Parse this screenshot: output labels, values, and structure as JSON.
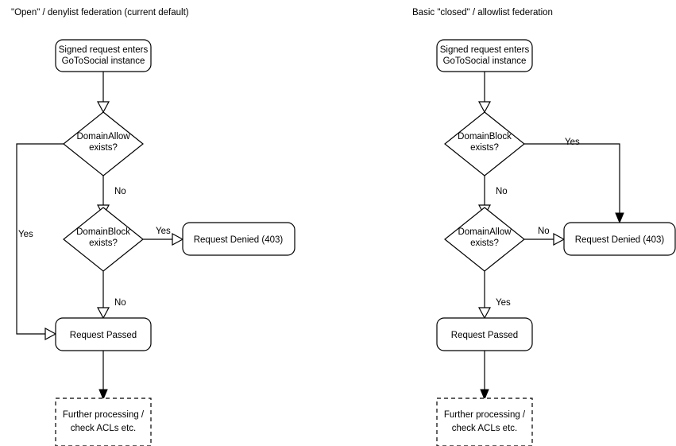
{
  "diagram": {
    "type": "flowchart",
    "columns": [
      {
        "id": "open-federation",
        "title": "\"Open\" / denylist federation (current default)",
        "nodes": [
          {
            "id": "entry",
            "shape": "rounded-rect",
            "line1": "Signed request enters",
            "line2": "GoToSocial instance"
          },
          {
            "id": "decision-1",
            "shape": "diamond",
            "line1": "DomainAllow",
            "line2": "exists?"
          },
          {
            "id": "decision-2",
            "shape": "diamond",
            "line1": "DomainBlock",
            "line2": "exists?"
          },
          {
            "id": "denied",
            "shape": "rounded-rect",
            "line1": "Request Denied (403)",
            "line2": ""
          },
          {
            "id": "passed",
            "shape": "rounded-rect",
            "line1": "Request Passed",
            "line2": ""
          },
          {
            "id": "further",
            "shape": "dashed-rect",
            "line1": "Further processing /",
            "line2": "check ACLs etc."
          }
        ],
        "edges": [
          {
            "from": "entry",
            "to": "decision-1",
            "label": ""
          },
          {
            "from": "decision-1",
            "to": "passed",
            "label": "Yes"
          },
          {
            "from": "decision-1",
            "to": "decision-2",
            "label": "No"
          },
          {
            "from": "decision-2",
            "to": "denied",
            "label": "Yes"
          },
          {
            "from": "decision-2",
            "to": "passed",
            "label": "No"
          },
          {
            "from": "passed",
            "to": "further",
            "label": ""
          }
        ]
      },
      {
        "id": "closed-federation",
        "title": "Basic \"closed\" / allowlist federation",
        "nodes": [
          {
            "id": "entry",
            "shape": "rounded-rect",
            "line1": "Signed request enters",
            "line2": "GoToSocial instance"
          },
          {
            "id": "decision-1",
            "shape": "diamond",
            "line1": "DomainBlock",
            "line2": "exists?"
          },
          {
            "id": "decision-2",
            "shape": "diamond",
            "line1": "DomainAllow",
            "line2": "exists?"
          },
          {
            "id": "denied",
            "shape": "rounded-rect",
            "line1": "Request Denied (403)",
            "line2": ""
          },
          {
            "id": "passed",
            "shape": "rounded-rect",
            "line1": "Request Passed",
            "line2": ""
          },
          {
            "id": "further",
            "shape": "dashed-rect",
            "line1": "Further processing /",
            "line2": "check ACLs etc."
          }
        ],
        "edges": [
          {
            "from": "entry",
            "to": "decision-1",
            "label": ""
          },
          {
            "from": "decision-1",
            "to": "denied",
            "label": "Yes"
          },
          {
            "from": "decision-1",
            "to": "decision-2",
            "label": "No"
          },
          {
            "from": "decision-2",
            "to": "denied",
            "label": "No"
          },
          {
            "from": "decision-2",
            "to": "passed",
            "label": "Yes"
          },
          {
            "from": "passed",
            "to": "further",
            "label": ""
          }
        ]
      }
    ],
    "colors": {
      "stroke": "#000000",
      "fill": "#ffffff",
      "text": "#000000",
      "background": "#ffffff"
    }
  }
}
